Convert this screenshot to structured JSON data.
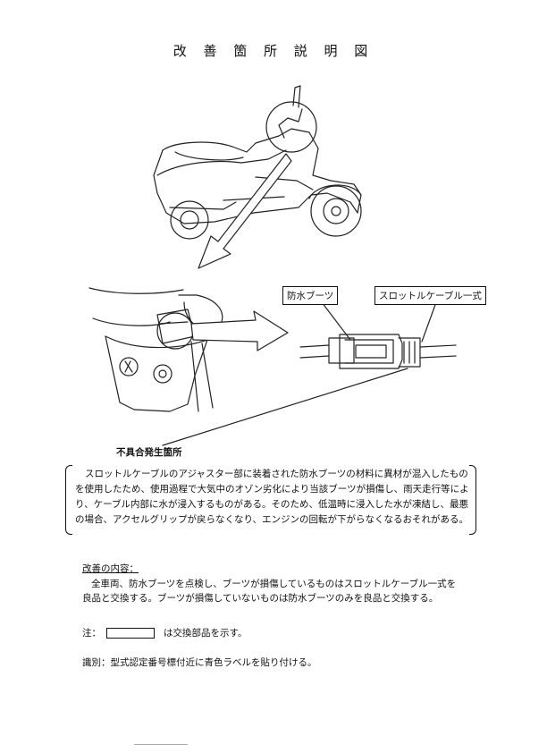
{
  "title": "改 善 箇 所 説 明 図",
  "labels": {
    "boot": "防水ブーツ",
    "cable": "スロットルケーブル一式"
  },
  "defect": {
    "label": "不具合発生箇所",
    "text": "スロットルケーブルのアジャスター部に装着された防水ブーツの材料に異材が混入したものを使用したため、使用過程で大気中のオゾン劣化により当該ブーツが損傷し、雨天走行等により、ケーブル内部に水が浸入するものがある。そのため、低温時に浸入した水が凍結し、最悪の場合、アクセルグリップが戻らなくなり、エンジンの回転が下がらなくなるおそれがある。"
  },
  "fix": {
    "heading": "改善の内容：",
    "text": "全車両、防水ブーツを点検し、ブーツが損傷しているものはスロットルケーブル一式を良品と交換する。ブーツが損傷していないものは防水ブーツのみを良品と交換する。"
  },
  "note": {
    "prefix": "注：",
    "text": "は交換部品を示す。"
  },
  "identification": "識別：型式認定番号標付近に青色ラベルを貼り付ける。"
}
